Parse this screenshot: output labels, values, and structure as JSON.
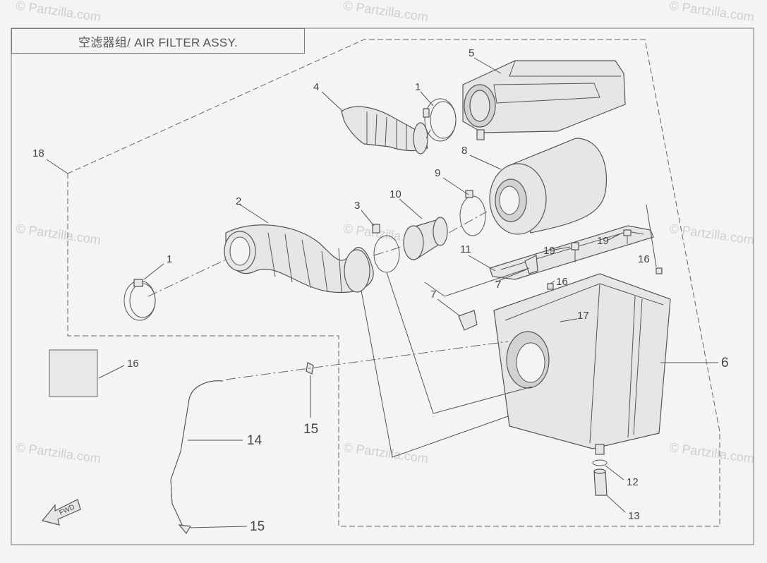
{
  "title": "空滤器组/ AIR FILTER ASSY.",
  "watermark": "© Partzilla.com",
  "callouts": [
    {
      "id": "c1a",
      "text": "1"
    },
    {
      "id": "c1b",
      "text": "1"
    },
    {
      "id": "c2",
      "text": "2"
    },
    {
      "id": "c3",
      "text": "3"
    },
    {
      "id": "c4",
      "text": "4"
    },
    {
      "id": "c5",
      "text": "5"
    },
    {
      "id": "c6",
      "text": "6"
    },
    {
      "id": "c7a",
      "text": "7"
    },
    {
      "id": "c7b",
      "text": "7"
    },
    {
      "id": "c8",
      "text": "8"
    },
    {
      "id": "c9",
      "text": "9"
    },
    {
      "id": "c10",
      "text": "10"
    },
    {
      "id": "c11",
      "text": "11"
    },
    {
      "id": "c12",
      "text": "12"
    },
    {
      "id": "c13",
      "text": "13"
    },
    {
      "id": "c14",
      "text": "14"
    },
    {
      "id": "c15a",
      "text": "15"
    },
    {
      "id": "c15b",
      "text": "15"
    },
    {
      "id": "c16a",
      "text": "16"
    },
    {
      "id": "c16b",
      "text": "16"
    },
    {
      "id": "c16c",
      "text": "16"
    },
    {
      "id": "c17",
      "text": "17"
    },
    {
      "id": "c18",
      "text": "18"
    },
    {
      "id": "c19a",
      "text": "19"
    },
    {
      "id": "c19b",
      "text": "19"
    }
  ],
  "fwd_label": "FWD",
  "colors": {
    "line": "#555555",
    "part_fill": "#e6e6e6",
    "background": "#f4f4f4",
    "watermark": "#cfcfcf"
  }
}
